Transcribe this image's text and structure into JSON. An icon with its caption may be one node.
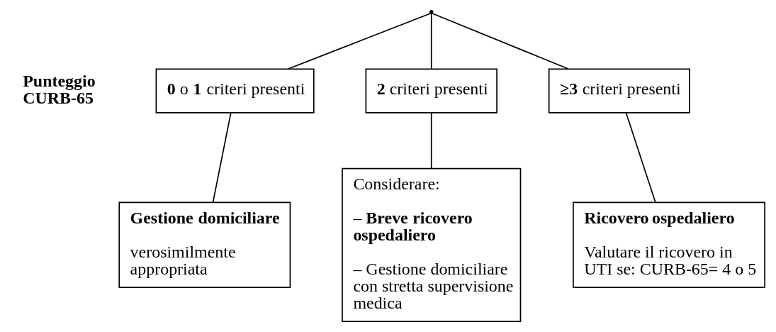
{
  "diagram": {
    "nodes": [
      {
        "text": [],
        "shape": "point"
      },
      {
        "text": [
          "**0** o **1** criteri presenti"
        ]
      },
      {
        "text": [
          "**2** criteri presenti"
        ]
      },
      {
        "text": [
          "**≥3** criteri presenti"
        ]
      },
      {
        "text": [
          "Gestione domiciliare",
          "verosimilmente appropriata"
        ]
      },
      {
        "text": [
          "Considerare:",
          "– **Breve ricovero ospedaliero**",
          "– Gestione domiciliare con stretta supervisione medica"
        ]
      },
      {
        "text": [
          "Ricovero ospedaliero",
          "Valutare il ricovero in UTI se: CURB-65= 4 o 5"
        ]
      }
    ],
    "edges": [
      {
        "from": 0,
        "to": 1,
        "arrow": "none"
      },
      {
        "from": 0,
        "to": 2,
        "arrow": "none"
      },
      {
        "from": 0,
        "to": 3,
        "arrow": "none"
      },
      {
        "from": 1,
        "to": 4,
        "arrow": "none"
      },
      {
        "from": 2,
        "to": 5,
        "arrow": "none"
      },
      {
        "from": 3,
        "to": 6,
        "arrow": "none"
      }
    ],
    "labels": [
      "Punteggio CURB-65"
    ]
  }
}
